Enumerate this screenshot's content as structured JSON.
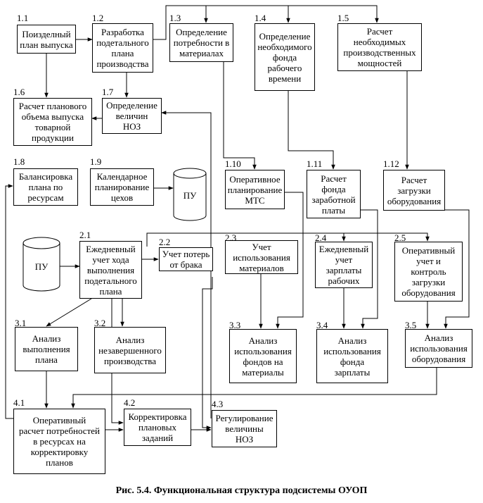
{
  "caption": "Рис. 5.4. Функциональная структура подсистемы ОУОП",
  "storage_label": "ПУ",
  "blocks": {
    "b1_1": {
      "num": "1.1",
      "text": "Поизделный\nплан выпуска"
    },
    "b1_2": {
      "num": "1.2",
      "text": "Разработка\nподетального\nплана\nпроизводства"
    },
    "b1_3": {
      "num": "1.3",
      "text": "Определение\nпотребности в\nматериалах"
    },
    "b1_4": {
      "num": "1.4",
      "text": "Определение\nнеобходимого\nфонда\nрабочего\nвремени"
    },
    "b1_5": {
      "num": "1.5",
      "text": "Расчет\nнеобходимых\nпроизводственных\nмощностей"
    },
    "b1_6": {
      "num": "1.6",
      "text": "Расчет планового\nобъема выпуска\nтоварной\nпродукции"
    },
    "b1_7": {
      "num": "1.7",
      "text": "Определение\nвеличин\nНОЗ"
    },
    "b1_8": {
      "num": "1.8",
      "text": "Балансировка\nплана по\nресурсам"
    },
    "b1_9": {
      "num": "1.9",
      "text": "Календарное\nпланирование\nцехов"
    },
    "b1_10": {
      "num": "1.10",
      "text": "Оперативное\nпланирование\nМТС"
    },
    "b1_11": {
      "num": "1.11",
      "text": "Расчет\nфонда\nзаработной\nплаты"
    },
    "b1_12": {
      "num": "1.12",
      "text": "Расчет\nзагрузки\nоборудования"
    },
    "b2_1": {
      "num": "2.1",
      "text": "Ежедневный\nучет хода\nвыполнения\nподетального\nплана"
    },
    "b2_2": {
      "num": "2.2",
      "text": "Учет потерь\nот брака"
    },
    "b2_3": {
      "num": "2.3",
      "text": "Учет\nиспользования\nматериалов"
    },
    "b2_4": {
      "num": "2.4",
      "text": "Ежедневный\nучет\nзарплаты\nрабочих"
    },
    "b2_5": {
      "num": "2.5",
      "text": "Оперативный\nучет и\nконтроль\nзагрузки\nоборудования"
    },
    "b3_1": {
      "num": "3.1",
      "text": "Анализ\nвыполнения\nплана"
    },
    "b3_2": {
      "num": "3.2",
      "text": "Анализ\nнезавершенного\nпроизводства"
    },
    "b3_3": {
      "num": "3.3",
      "text": "Анализ\nиспользования\nфондов на\nматериалы"
    },
    "b3_4": {
      "num": "3.4",
      "text": "Анализ\nиспользования\nфонда\nзарплаты"
    },
    "b3_5": {
      "num": "3.5",
      "text": "Анализ\nиспользования\nоборудования"
    },
    "b4_1": {
      "num": "4.1",
      "text": "Оперативный\nрасчет потребностей\nв ресурсах на\nкорректировку\nпланов"
    },
    "b4_2": {
      "num": "4.2",
      "text": "Корректировка\nплановых\nзаданий"
    },
    "b4_3": {
      "num": "4.3",
      "text": "Регулирование\nвеличины\nНОЗ"
    }
  }
}
